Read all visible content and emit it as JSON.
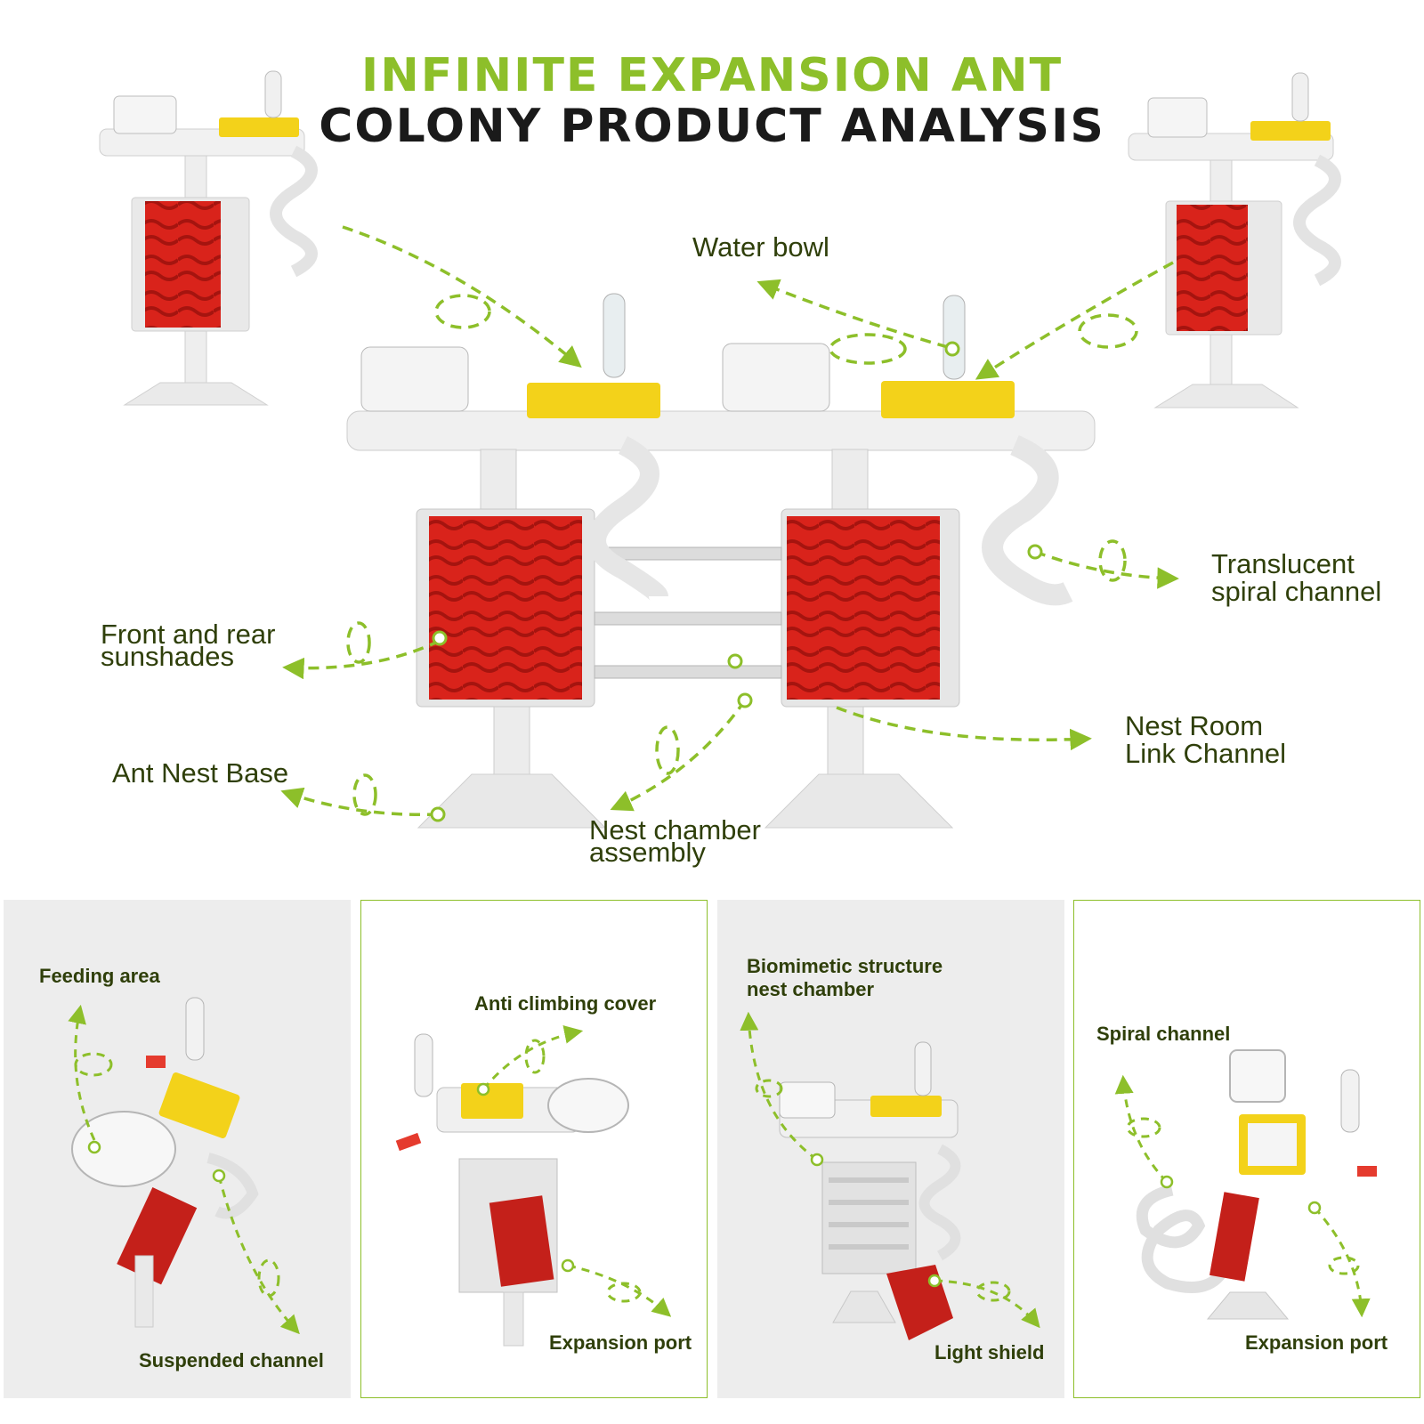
{
  "title": {
    "line1": "INFINITE EXPANSION ANT",
    "line2": "COLONY PRODUCT ANALYSIS"
  },
  "colors": {
    "accent_green": "#8dbf2a",
    "label_text": "#2f3f0a",
    "nest_red": "#d9231b",
    "highlight_yellow": "#f3d21a",
    "panel_gray": "#ededed"
  },
  "main_labels": {
    "water_bowl": "Water bowl",
    "translucent_spiral_channel": "Translucent\nspiral channel",
    "front_rear_sunshades": "Front and rear\nsunshades",
    "nest_room_link_channel": "Nest Room\nLink Channel",
    "ant_nest_base": "Ant Nest Base",
    "nest_chamber_assembly": "Nest chamber\nassembly"
  },
  "panels": [
    {
      "top_label": "Feeding area",
      "bottom_label": "Suspended channel"
    },
    {
      "top_label": "Anti climbing cover",
      "bottom_label": "Expansion port"
    },
    {
      "top_label": "Biomimetic structure\nnest chamber",
      "bottom_label": "Light shield"
    },
    {
      "top_label": "Spiral channel",
      "bottom_label": "Expansion port"
    }
  ]
}
